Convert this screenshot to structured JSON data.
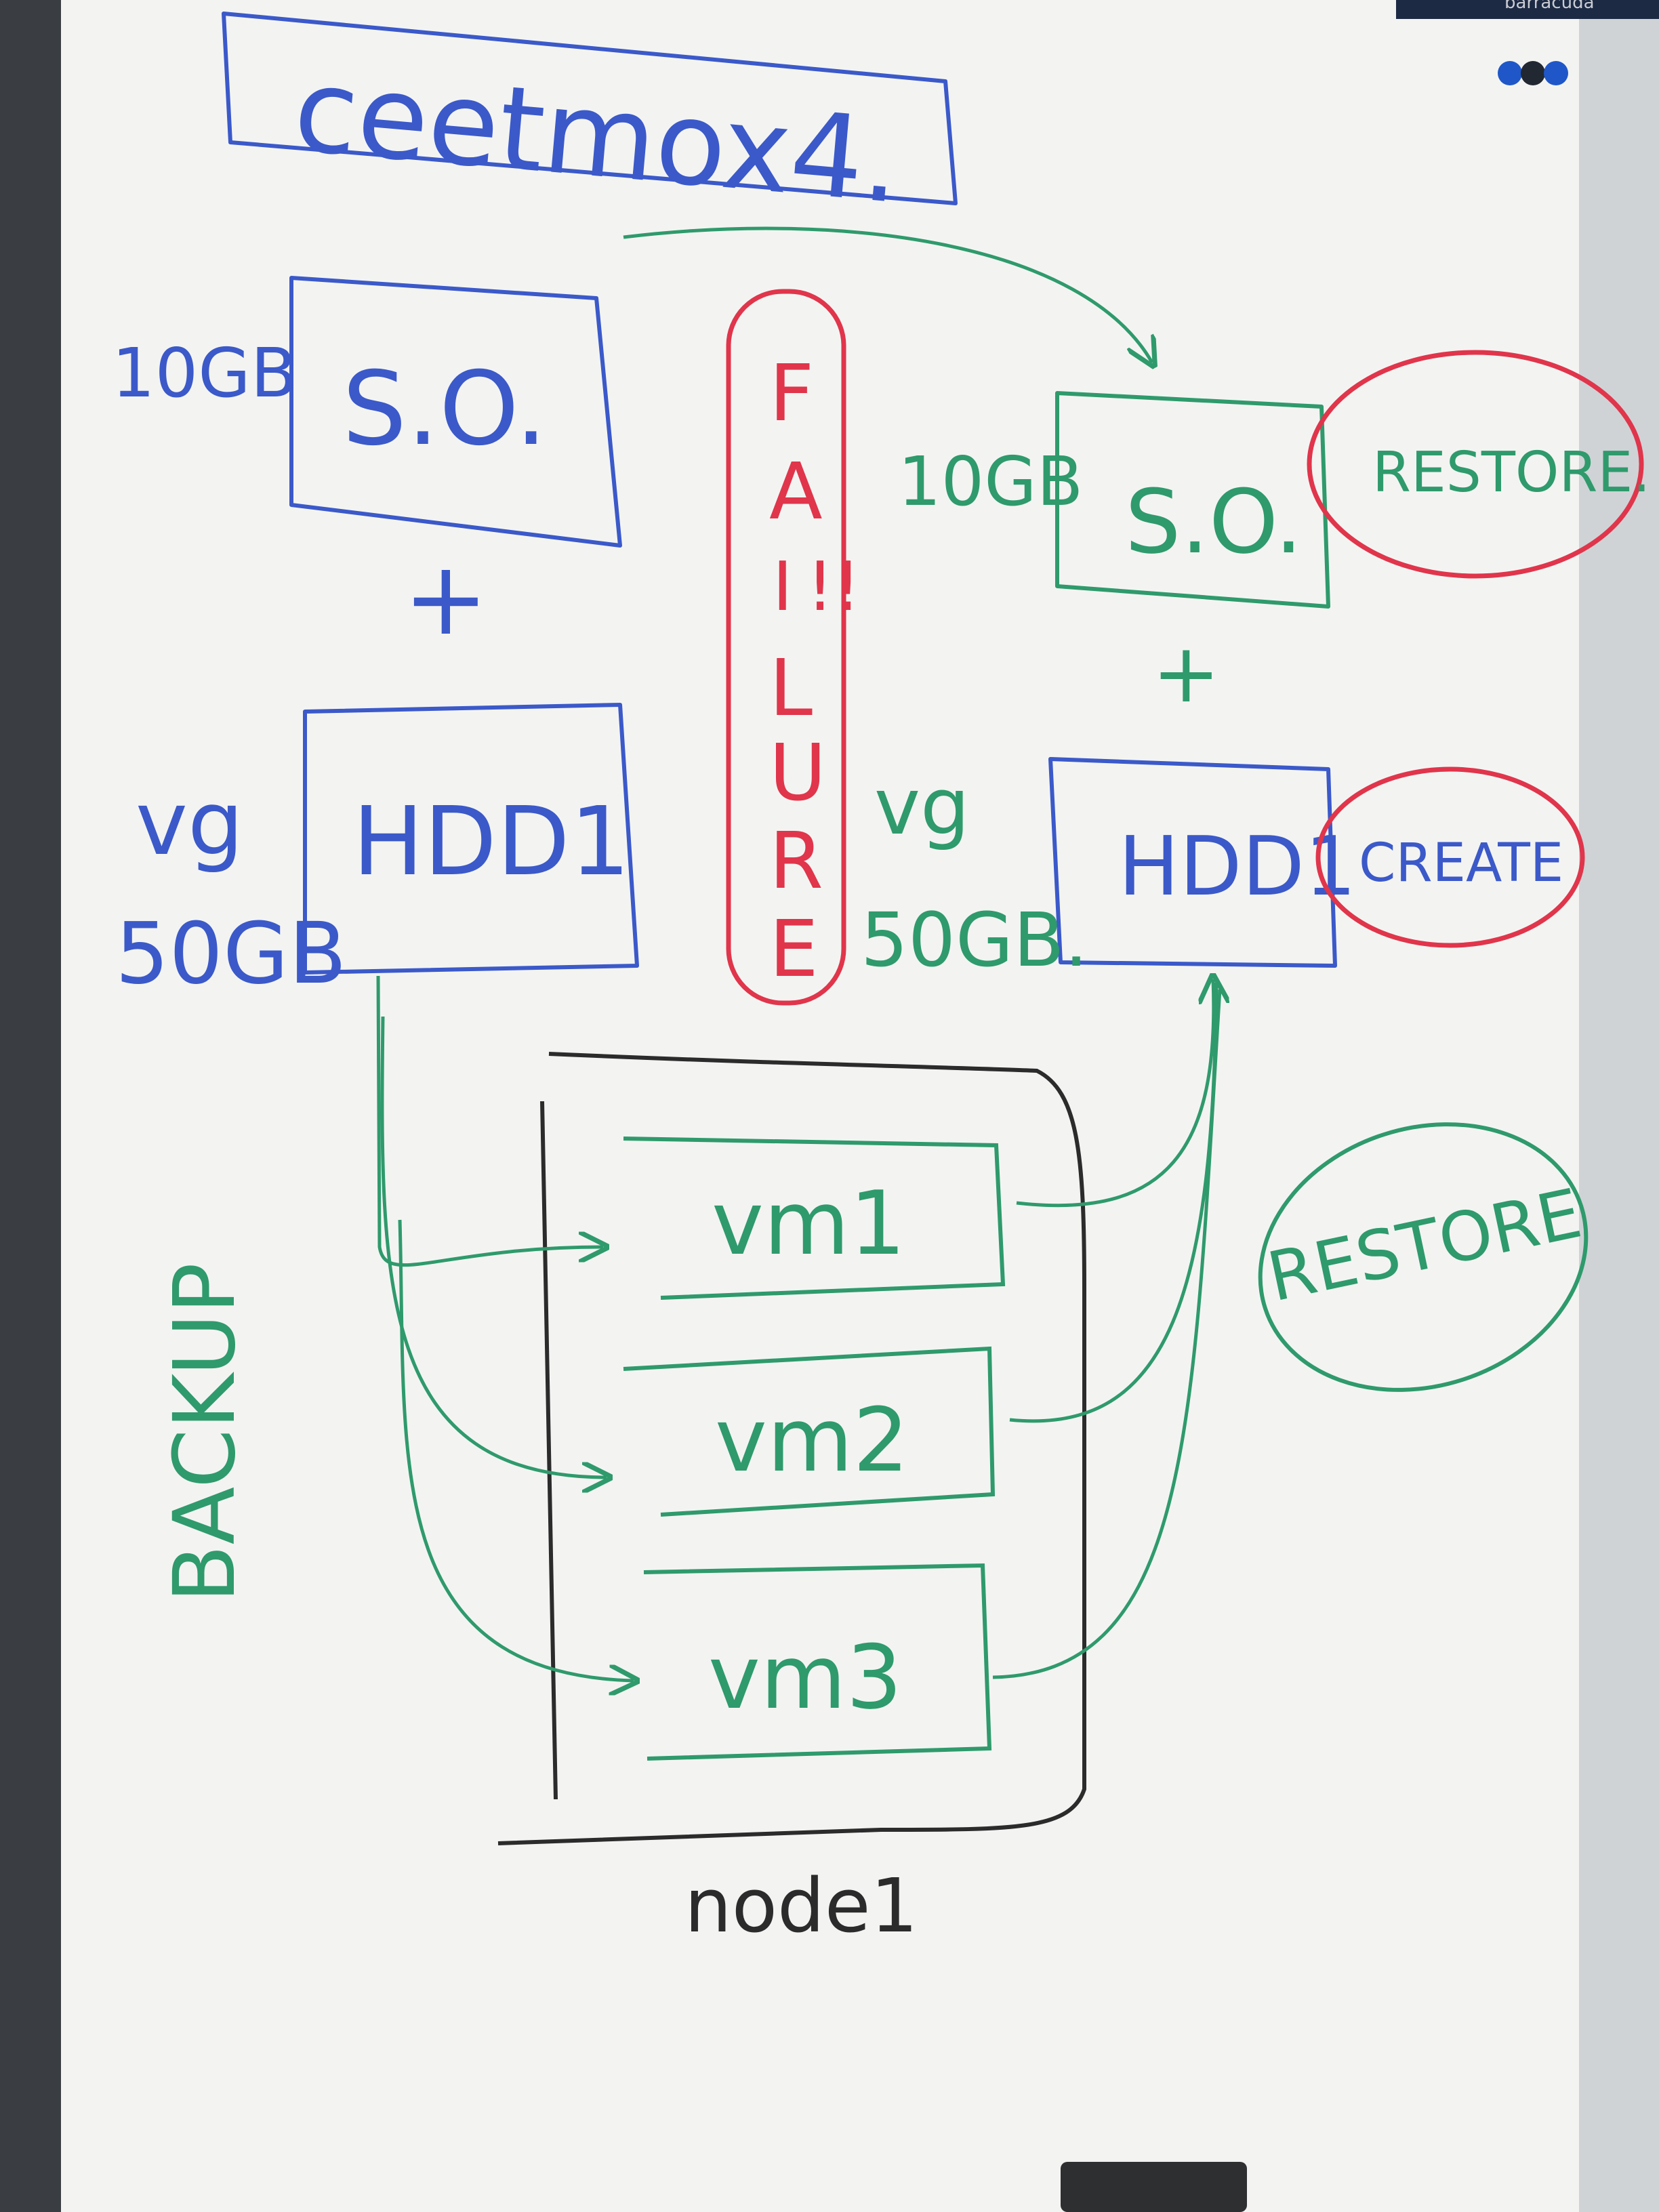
{
  "title": "ceetmox4.",
  "corner_label": "barracuda",
  "colors": {
    "blue": "#3b59c9",
    "green": "#2f9a6c",
    "red": "#e0354b",
    "black": "#2b2b2b",
    "board": "#f3f4f2"
  },
  "left_stack": {
    "os_size": "10GB",
    "os_label": "S.O.",
    "plus": "+",
    "vg_label": "vg",
    "vg_size": "50GB",
    "disk_label": "HDD1"
  },
  "failure": {
    "letters": [
      "F",
      "A",
      "I",
      "L",
      "U",
      "R",
      "E"
    ],
    "marks": "!!"
  },
  "right_stack": {
    "os_size": "10GB",
    "os_label": "S.O.",
    "plus": "+",
    "vg_label": "vg",
    "vg_size": "50GB.",
    "disk_label": "HDD1",
    "restore_os": "RESTORE.",
    "create_disk": "CREATE"
  },
  "vms": [
    "vm1",
    "vm2",
    "vm3"
  ],
  "node_label": "node1",
  "backup_label": "BACKUP",
  "restore_label": "RESTORE"
}
